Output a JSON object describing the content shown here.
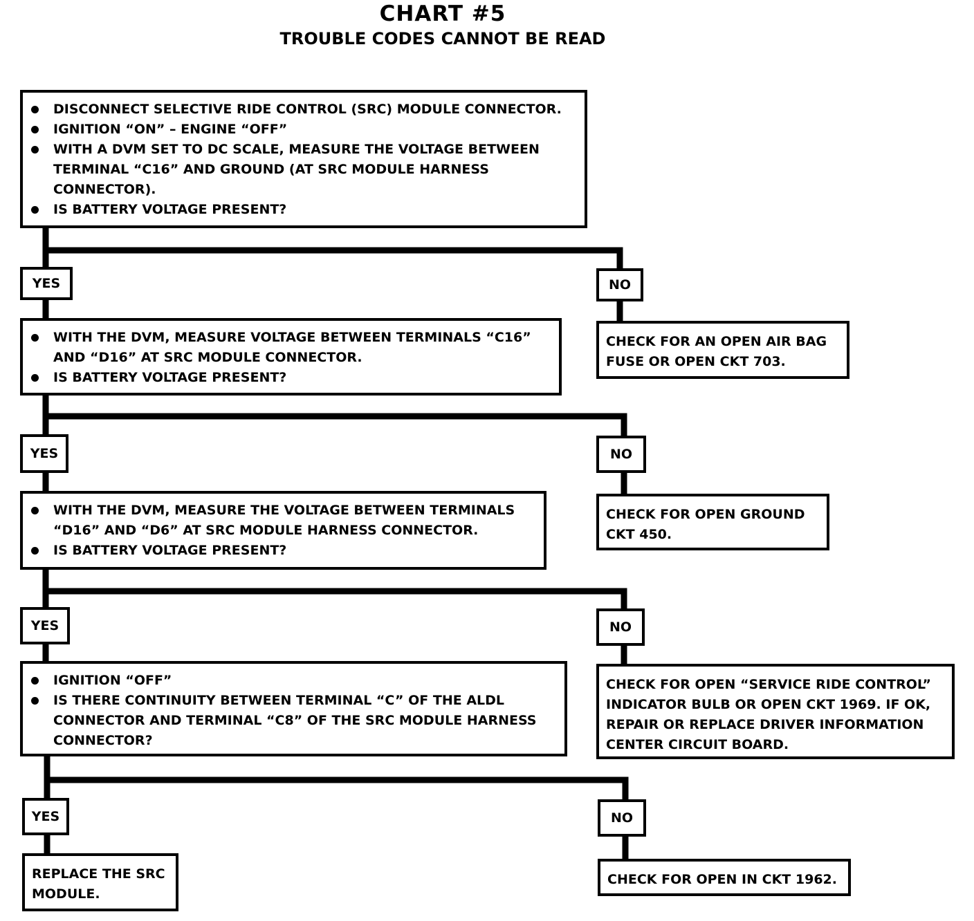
{
  "title": "CHART #5",
  "subtitle": "TROUBLE CODES CANNOT BE READ",
  "steps": [
    {
      "items": [
        "DISCONNECT SELECTIVE RIDE CONTROL (SRC) MODULE CONNECTOR.",
        "IGNITION “ON” – ENGINE “OFF”",
        "WITH A DVM SET TO DC  SCALE, MEASURE THE VOLTAGE BETWEEN TERMINAL “C16” AND GROUND  (AT SRC MODULE HARNESS CONNECTOR).",
        "IS BATTERY VOLTAGE PRESENT?"
      ],
      "yes": "YES",
      "no": "NO",
      "no_result": "CHECK FOR AN OPEN AIR BAG FUSE OR OPEN CKT 703."
    },
    {
      "items": [
        "WITH THE DVM, MEASURE VOLTAGE BETWEEN TERMINALS “C16” AND “D16” AT SRC MODULE CONNECTOR.",
        "IS BATTERY VOLTAGE PRESENT?"
      ],
      "yes": "YES",
      "no": "NO",
      "no_result": "CHECK FOR OPEN GROUND CKT 450."
    },
    {
      "items": [
        "WITH THE DVM, MEASURE THE VOLTAGE BETWEEN TERMINALS “D16” AND “D6” AT SRC MODULE HARNESS CONNECTOR.",
        "IS BATTERY VOLTAGE PRESENT?"
      ],
      "yes": "YES",
      "no": "NO",
      "no_result": "CHECK FOR  OPEN “SERVICE RIDE CONTROL” INDICATOR BULB OR OPEN CKT 1969.  IF OK, REPAIR OR REPLACE DRIVER INFORMATION CENTER CIRCUIT BOARD."
    },
    {
      "items": [
        "IGNITION “OFF”",
        "IS THERE CONTINUITY BETWEEN TERMINAL “C” OF THE ALDL CONNECTOR AND TERMINAL “C8” OF THE SRC MODULE HARNESS CONNECTOR?"
      ],
      "yes": "YES",
      "no": "NO",
      "yes_result": "REPLACE THE SRC MODULE.",
      "no_result": "CHECK FOR OPEN IN CKT 1962."
    }
  ]
}
